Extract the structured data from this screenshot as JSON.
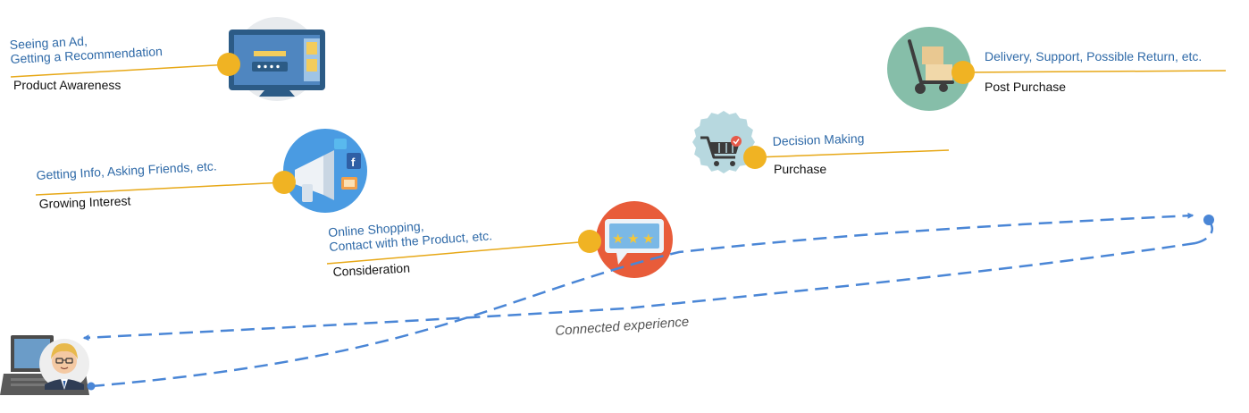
{
  "stages": [
    {
      "description": [
        "Seeing an Ad,",
        "Getting a Recommendation"
      ],
      "name": "Product Awareness",
      "icon": "monitor-ad-icon"
    },
    {
      "description": [
        "Getting Info, Asking Friends, etc."
      ],
      "name": "Growing Interest",
      "icon": "megaphone-social-icon"
    },
    {
      "description": [
        "Online Shopping,",
        "Contact with the Product, etc."
      ],
      "name": "Consideration",
      "icon": "review-stars-icon"
    },
    {
      "description": [
        "Decision Making"
      ],
      "name": "Purchase",
      "icon": "shopping-cart-icon"
    },
    {
      "description": [
        "Delivery, Support, Possible Return, etc."
      ],
      "name": "Post Purchase",
      "icon": "hand-truck-icon"
    }
  ],
  "loop_label": "Connected experience",
  "customer_icon": "customer-laptop-icon",
  "colors": {
    "description_text": "#2f6aa8",
    "connector_line": "#e7a817",
    "connector_dot": "#f0b323",
    "loop_path": "#4a86d6"
  }
}
